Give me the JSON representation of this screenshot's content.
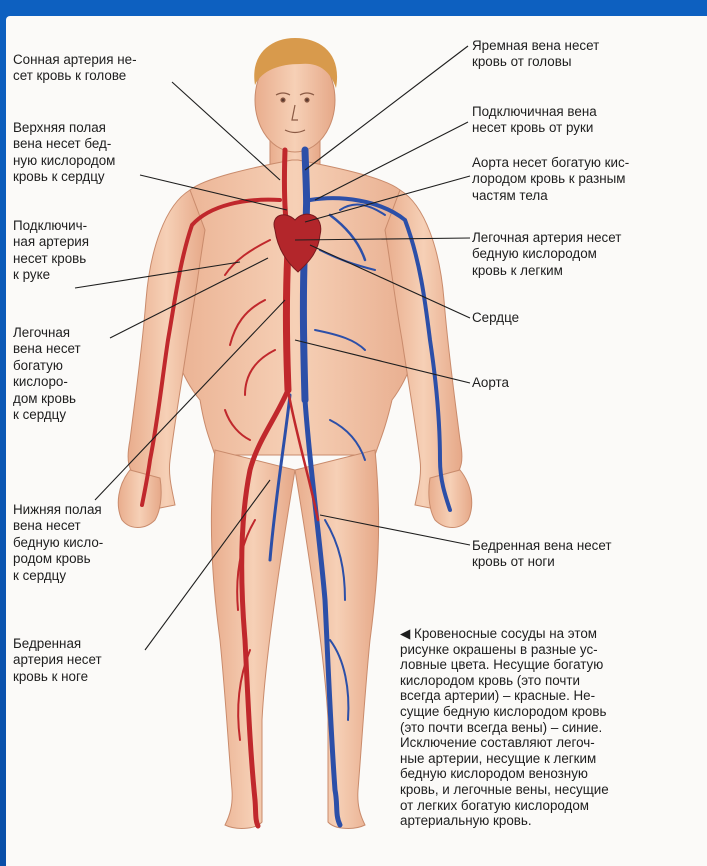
{
  "labels_left": [
    {
      "id": "carotid",
      "text": "Сонная артерия не-\nсет кровь к голове"
    },
    {
      "id": "svc",
      "text": "Верхняя полая\nвена несет бед-\nную кислородом\nкровь к сердцу"
    },
    {
      "id": "subclavian-artery",
      "text": "Подключич-\nная артерия\nнесет кровь\nк руке"
    },
    {
      "id": "pulmonary-vein",
      "text": "Легочная\nвена несет\nбогатую\nкислоро-\nдом кровь\nк сердцу"
    },
    {
      "id": "ivc",
      "text": "Нижняя полая\nвена несет\nбедную кисло-\nродом кровь\nк сердцу"
    },
    {
      "id": "femoral-artery",
      "text": "Бедренная\nартерия несет\nкровь к ноге"
    }
  ],
  "labels_right": [
    {
      "id": "jugular",
      "text": "Яремная вена несет\nкровь от головы"
    },
    {
      "id": "subclavian-vein",
      "text": "Подключичная вена\nнесет кровь от руки"
    },
    {
      "id": "aorta-rich",
      "text": "Аорта несет богатую кис-\nлородом кровь к разным\nчастям тела"
    },
    {
      "id": "pulmonary-artery",
      "text": "Легочная артерия несет\nбедную кислородом\nкровь к легким"
    },
    {
      "id": "heart",
      "text": "Сердце"
    },
    {
      "id": "aorta",
      "text": "Аорта"
    },
    {
      "id": "femoral-vein",
      "text": "Бедренная вена несет\nкровь от ноги"
    }
  ],
  "caption": "◀ Кровеносные сосуды на этом\nрисунке окрашены в разные ус-\nловные цвета. Несущие богатую\nкислородом кровь (это почти\nвсегда артерии) – красные. Не-\nсущие бедную кислородом кровь\n(это почти всегда вены) – синие.\nИсключение составляют легоч-\nные артерии, несущие к легким\nбедную кислородом венозную\nкровь, и легочные вены, несущие\nот легких богатую кислородом\nартериальную кровь.",
  "colors": {
    "frame": "#0a4fa8",
    "artery": "#c0282c",
    "vein": "#2c4fa8",
    "skin": "#f2c3a6",
    "hair": "#d89a4c",
    "text": "#1e1e1e"
  }
}
